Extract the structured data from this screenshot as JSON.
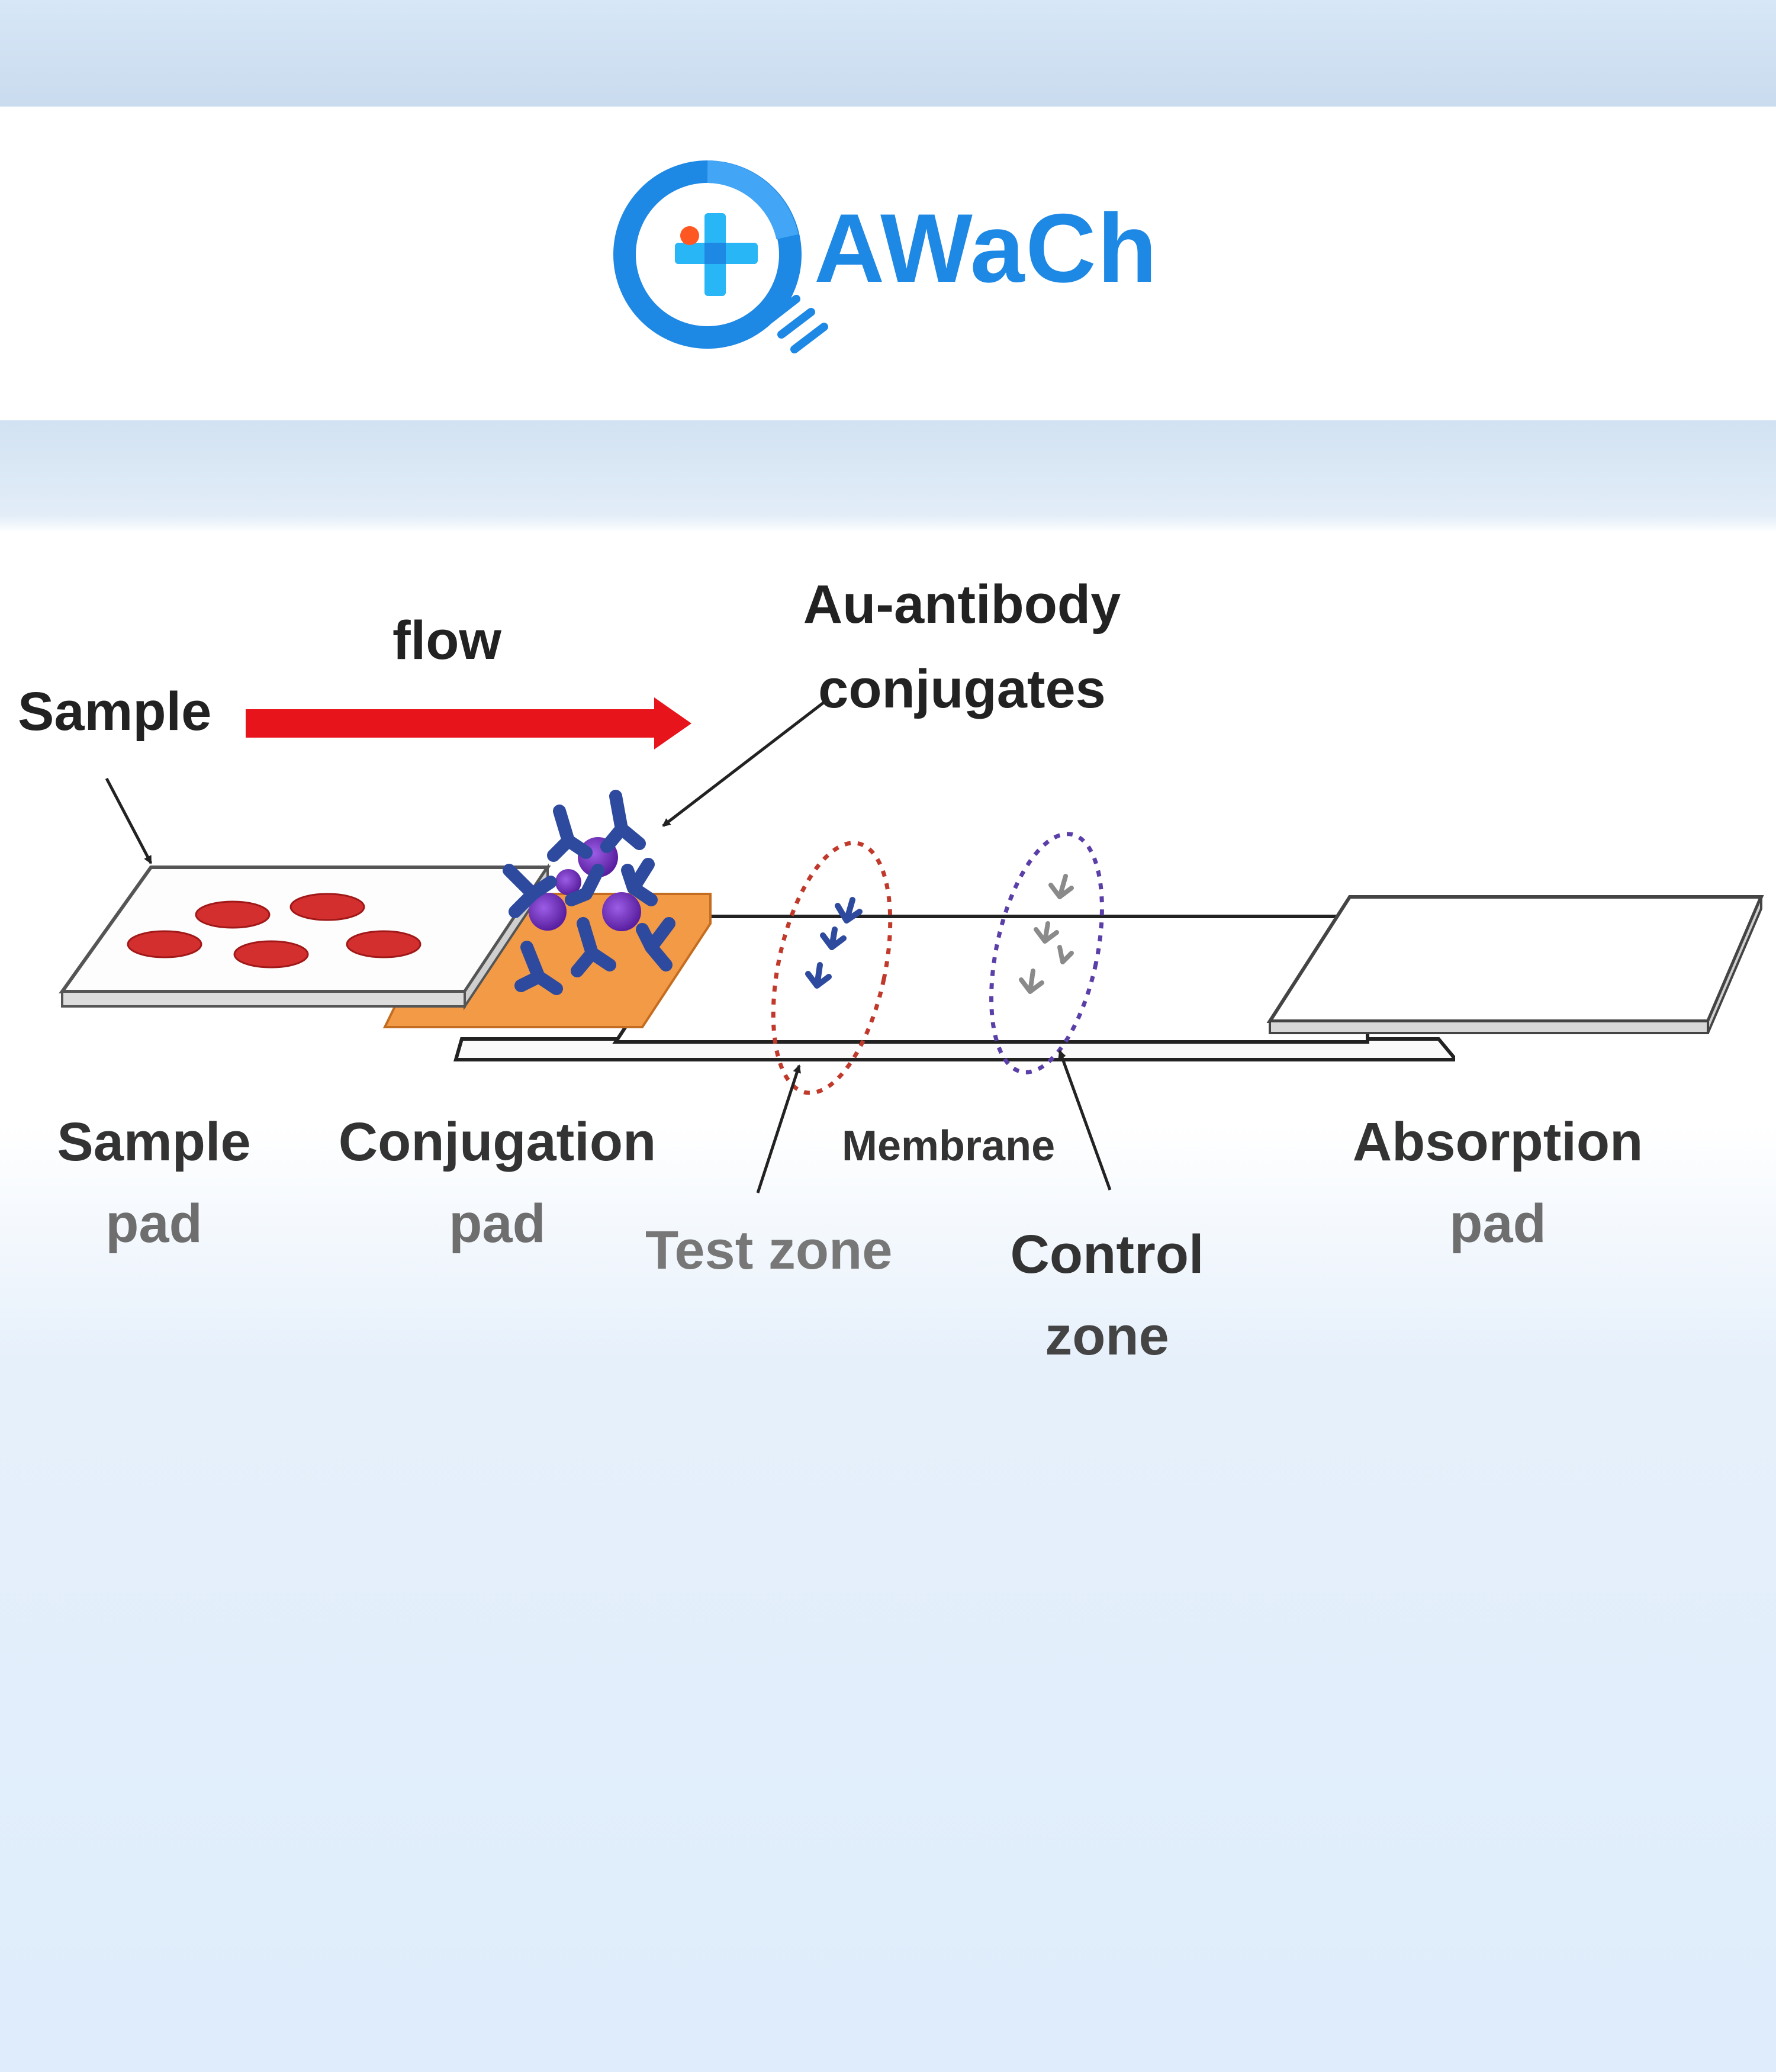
{
  "logo": {
    "brand": "AWaCh",
    "colors": {
      "primary": "#1e88e5",
      "accent": "#ff5722",
      "light": "#29b6f6"
    },
    "icon": "magnifier-plus-icon"
  },
  "diagram": {
    "flow_label": "flow",
    "sample_label": "Sample",
    "conjugates_label_line1": "Au-antibody",
    "conjugates_label_line2": "conjugates",
    "sample_pad": {
      "line1": "Sample",
      "line2": "pad"
    },
    "conjugation_pad": {
      "line1": "Conjugation",
      "line2": "pad"
    },
    "membrane_label": "Membrane",
    "test_zone_label": "Test zone",
    "control_zone": {
      "line1": "Control",
      "line2": "zone"
    },
    "absorption_pad": {
      "line1": "Absorption",
      "line2": "pad"
    },
    "colors": {
      "arrow": "#e8141b",
      "sample_cells": "#d32f2f",
      "conjugation_pad": "#f39a46",
      "antibody": "#2e4a9e",
      "gold_particle": "#6a2fb5",
      "test_zone_ring": "#c0392b",
      "control_zone_ring": "#5b3fa8"
    }
  }
}
